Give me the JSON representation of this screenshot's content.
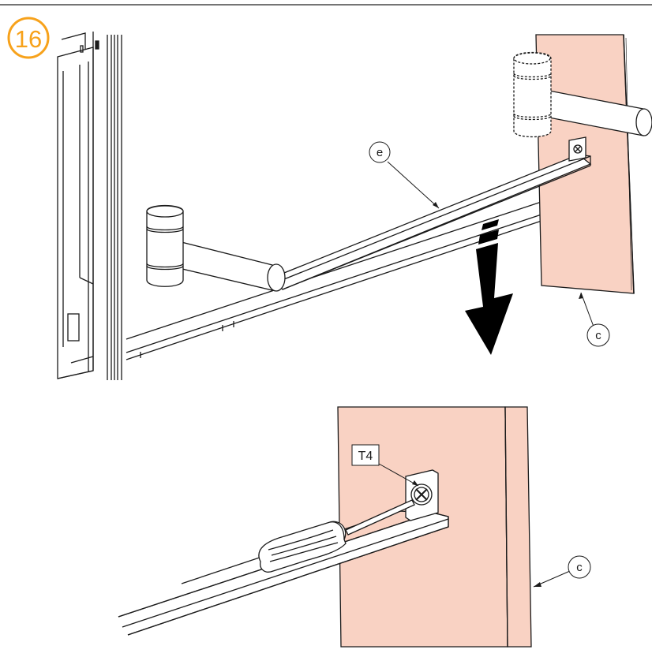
{
  "step": {
    "number": "16",
    "color": "#F7A21B"
  },
  "labels": {
    "rail": "e",
    "panel_top": "c",
    "panel_bottom": "c",
    "tool": "T4"
  },
  "colors": {
    "panel": "#F9D2C3",
    "line": "#1a1a1a",
    "arrow": "#000000"
  },
  "icons": [
    "down-arrow-icon",
    "screwdriver-icon",
    "screw-icon"
  ]
}
